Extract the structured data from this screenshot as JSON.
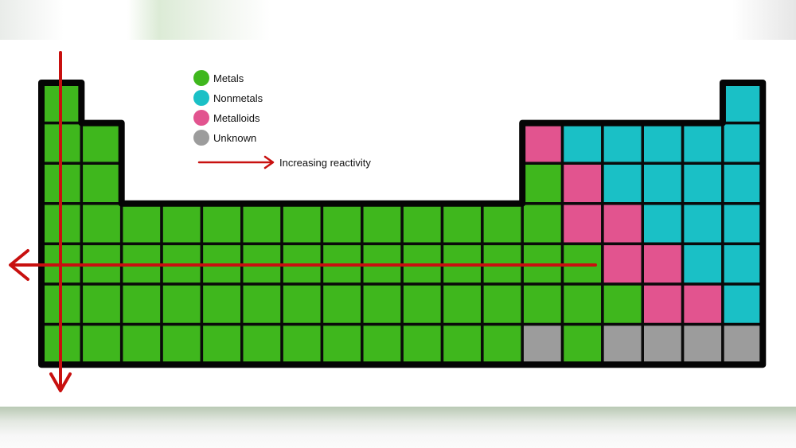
{
  "legend": {
    "items": [
      {
        "label": "Metals",
        "color": "#3fb71d"
      },
      {
        "label": "Nonmetals",
        "color": "#1ac0c6"
      },
      {
        "label": "Metalloids",
        "color": "#e2548f"
      },
      {
        "label": "Unknown",
        "color": "#9c9c9c"
      }
    ],
    "arrow_label": "Increasing reactivity",
    "arrow_color": "#c8100f"
  },
  "table": {
    "rows": 7,
    "columns": 18,
    "codes": {
      "M": "Metals",
      "N": "Nonmetals",
      "D": "Metalloids",
      "U": "Unknown",
      "-": "empty"
    },
    "grid": [
      "M----------------N",
      "MM----------DNNNNN",
      "MM----------MDNNNN",
      "MMMMMMMMMMMMMDDNNN",
      "MMMMMMMMMMMMMMDDNN",
      "MMMMMMMMMMMMMMMDDN",
      "MMMMMMMMMMMMUMUUUU"
    ]
  },
  "arrows": [
    {
      "name": "vertical-reactivity-arrow",
      "direction": "down",
      "column": 1
    },
    {
      "name": "horizontal-reactivity-arrow",
      "direction": "left",
      "row": 5
    }
  ]
}
